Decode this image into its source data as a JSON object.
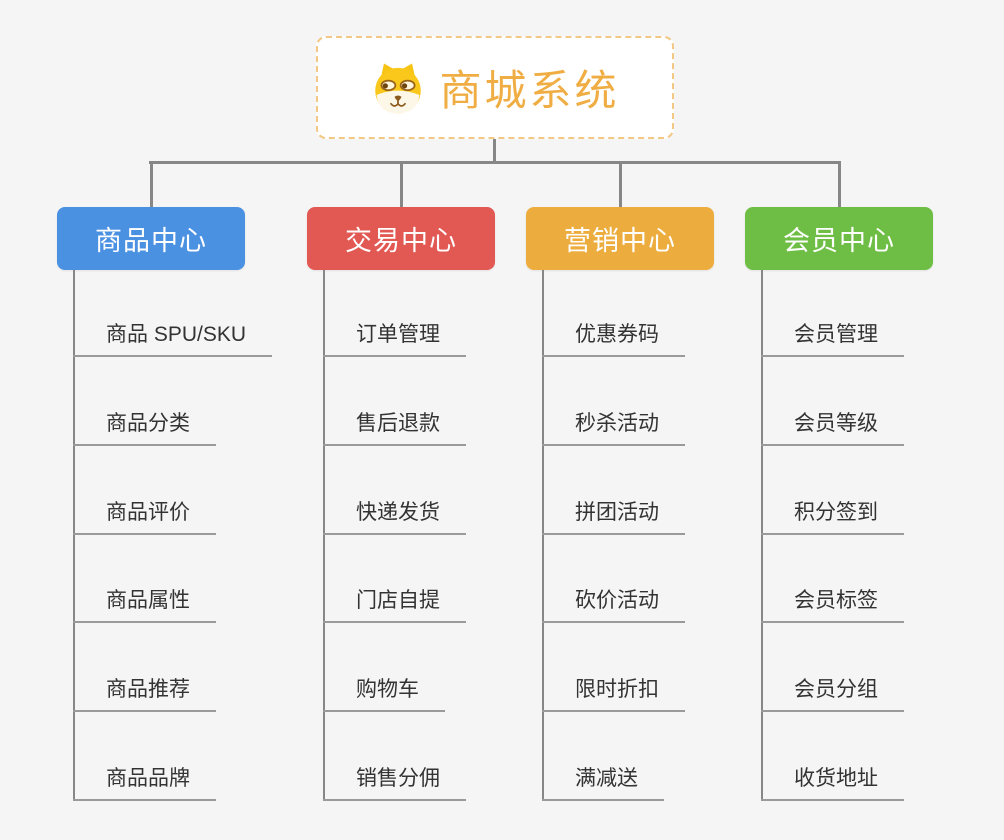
{
  "page": {
    "background_color": "#f5f5f5"
  },
  "root": {
    "title": "商城系统",
    "icon": "doge-icon",
    "text_color": "#efad43",
    "border_color": "#f3c784",
    "fill_color": "#ffffff"
  },
  "connector_color": "#878787",
  "leaf_text_color": "#333333",
  "leaf_underline_color": "#9a9a9a",
  "branches": [
    {
      "label": "商品中心",
      "color": "#4b91e2",
      "items": [
        "商品 SPU/SKU",
        "商品分类",
        "商品评价",
        "商品属性",
        "商品推荐",
        "商品品牌"
      ]
    },
    {
      "label": "交易中心",
      "color": "#e25853",
      "items": [
        "订单管理",
        "售后退款",
        "快递发货",
        "门店自提",
        "购物车",
        "销售分佣"
      ]
    },
    {
      "label": "营销中心",
      "color": "#ecad3e",
      "items": [
        "优惠券码",
        "秒杀活动",
        "拼团活动",
        "砍价活动",
        "限时折扣",
        "满减送"
      ]
    },
    {
      "label": "会员中心",
      "color": "#6ebe45",
      "items": [
        "会员管理",
        "会员等级",
        "积分签到",
        "会员标签",
        "会员分组",
        "收货地址"
      ]
    }
  ]
}
